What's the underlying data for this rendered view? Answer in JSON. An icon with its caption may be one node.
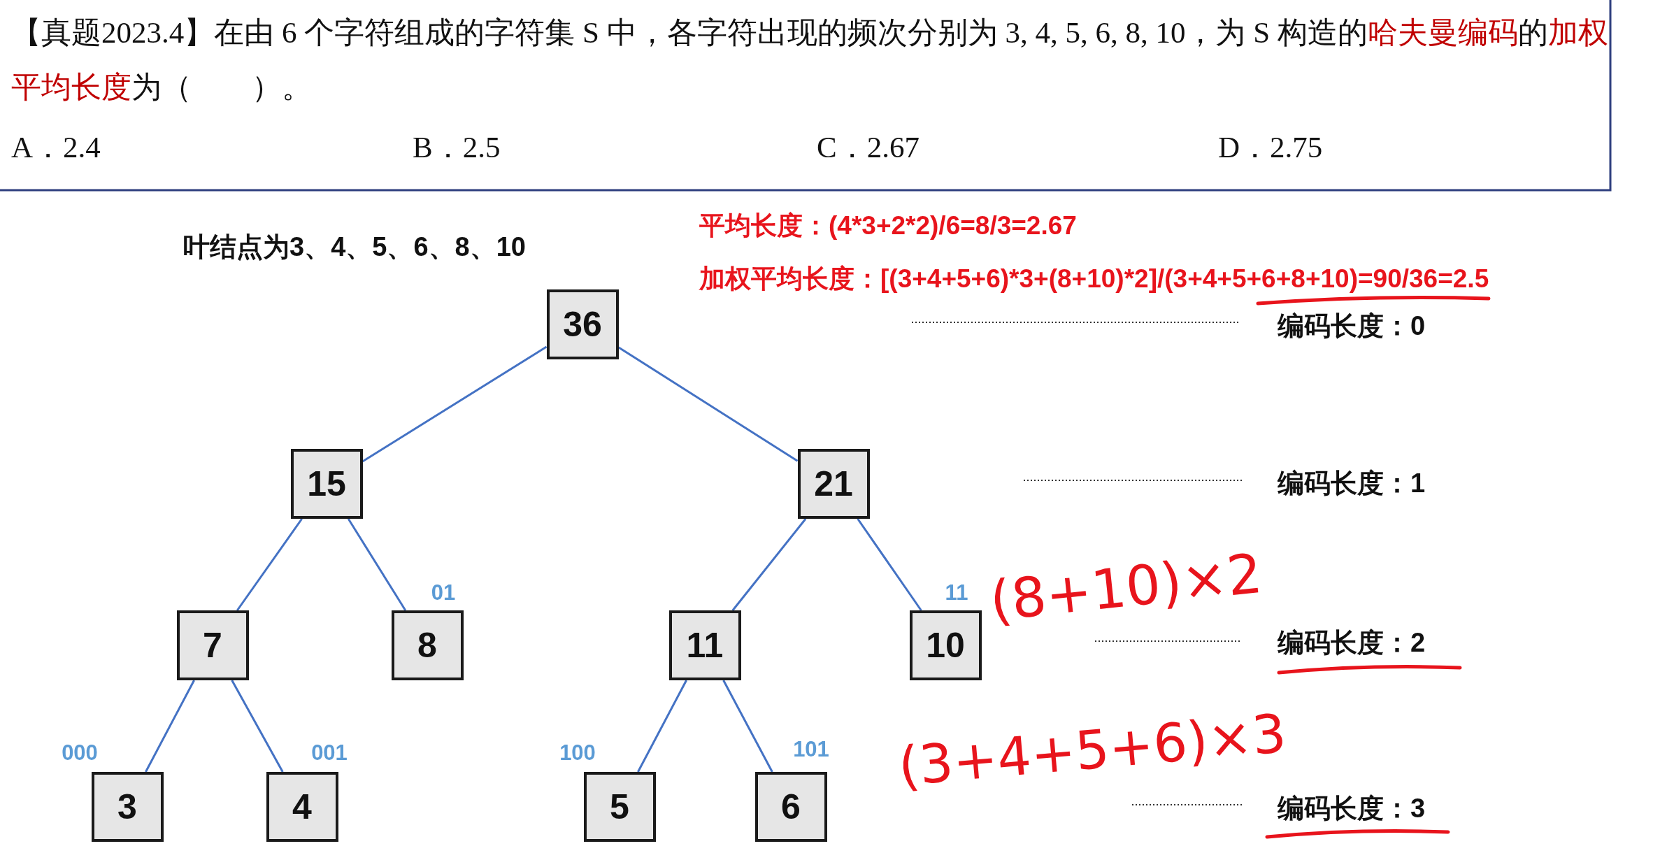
{
  "diagram": {
    "nodes": [
      {
        "text": [
          "36"
        ]
      },
      {
        "text": [
          "15"
        ]
      },
      {
        "text": [
          "21"
        ]
      },
      {
        "text": [
          "7"
        ]
      },
      {
        "text": [
          "8"
        ]
      },
      {
        "text": [
          "11"
        ]
      },
      {
        "text": [
          "10"
        ]
      },
      {
        "text": [
          "3"
        ]
      },
      {
        "text": [
          "4"
        ]
      },
      {
        "text": [
          "5"
        ]
      },
      {
        "text": [
          "6"
        ]
      }
    ],
    "edges": [
      {
        "from": 0,
        "to": 1,
        "arrow": "none"
      },
      {
        "from": 0,
        "to": 2,
        "arrow": "none"
      },
      {
        "from": 1,
        "to": 3,
        "arrow": "none"
      },
      {
        "from": 1,
        "to": 4,
        "arrow": "none",
        "label": "01"
      },
      {
        "from": 2,
        "to": 5,
        "arrow": "none"
      },
      {
        "from": 2,
        "to": 6,
        "arrow": "none",
        "label": "11"
      },
      {
        "from": 3,
        "to": 7,
        "arrow": "none",
        "label": "000"
      },
      {
        "from": 3,
        "to": 8,
        "arrow": "none",
        "label": "001"
      },
      {
        "from": 5,
        "to": 9,
        "arrow": "none",
        "label": "100"
      },
      {
        "from": 5,
        "to": 10,
        "arrow": "none",
        "label": "101"
      }
    ],
    "labels": [
      "【真题2023.4】在由 6 个字符组成的字符集 S 中，各字符出现的频次分别为 3, 4, 5, 6, 8, 10，为 S 构造的",
      "哈夫曼编码",
      "的",
      "加权平均长度",
      "为（　　）。",
      "A．2.4",
      "B．2.5",
      "C．2.67",
      "D．2.75",
      "叶结点为3、4、5、6、8、10",
      "平均长度：(4*3+2*2)/6=8/3=2.67",
      "加权平均长度：[(3+4+5+6)*3+(8+10)*2]/(3+4+5+6+8+10)=90/36=2.5",
      "编码长度：0",
      "编码长度：1",
      "编码长度：2",
      "编码长度：3",
      "(8+10)×2",
      "(3+4+5+6)×3"
    ]
  }
}
